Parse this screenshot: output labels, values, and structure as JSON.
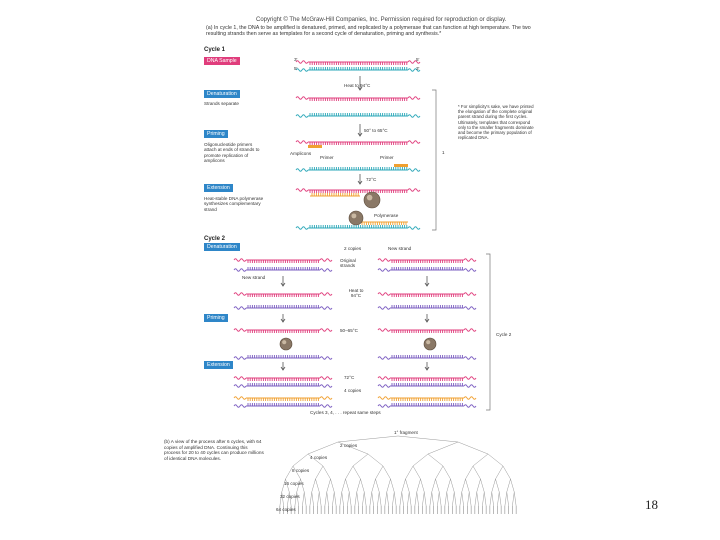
{
  "figure": {
    "copyright": "Copyright © The McGraw-Hill Companies, Inc. Permission required for reproduction or display.",
    "caption_a": "(a) In cycle 1, the DNA to be amplified is denatured, primed, and replicated by a polymerase that can function at high temperature. The two resulting strands then serve as templates for a second cycle of denaturation, priming and synthesis.*",
    "cycle1": {
      "heading": "Cycle 1",
      "dna_sample": "DNA Sample",
      "denaturation": "Denaturation",
      "denaturation_desc": "Strands separate",
      "priming": "Priming",
      "priming_desc": "Oligonucleotide primers attach at ends of strands to promote replication of amplicons",
      "extension": "Extension",
      "extension_desc": "Heat-stable DNA polymerase synthesizes complementary strand",
      "heat": "Heat to 94°C",
      "anneal": "50° to 65°C",
      "extend_temp": "72°C",
      "amplicons": "Amplicons",
      "primer1": "Primer",
      "primer2": "Primer",
      "polymerase": "Polymerase",
      "end3": "3'",
      "end5": "5'",
      "cycle_num": "1"
    },
    "side_note": "* For simplicity's sake, we have printed the elongation of the complete original parent strand during the first cycles. Ultimately, templates that correspond only to the smaller fragments dominate and become the primary population of replicated DNA.",
    "cycle2": {
      "heading": "Cycle 2",
      "denaturation": "Denaturation",
      "priming": "Priming",
      "extension": "Extension",
      "two_copies": "2 copies",
      "new_strand_top": "New strand",
      "original_strands": "Original strands",
      "new_strand_left": "New strand",
      "heat": "Heat to 94°C",
      "anneal": "50–65°C",
      "extend_temp": "72°C",
      "four_copies": "4 copies",
      "cycle_label": "Cycle 2",
      "repeat": "Cycles 3, 4, . . . repeat same steps"
    },
    "caption_b": "(b) A view of the process after 6 cycles, with 64 copies of amplified DNA. Continuing this process for 20 to 40 cycles can produce millions of identical DNA molecules.",
    "tree": {
      "first": "1° fragment",
      "levels": [
        "2 copies",
        "4 copies",
        "8 copies",
        "16 copies",
        "32 copies",
        "64 copies"
      ]
    }
  },
  "page_number": "18",
  "colors": {
    "pink_strand": "#e03d7c",
    "teal_strand": "#2aa7b8",
    "purple_strand": "#7a5cc0",
    "orange_primer": "#f0a030",
    "stage_blue": "#2e86c8"
  }
}
